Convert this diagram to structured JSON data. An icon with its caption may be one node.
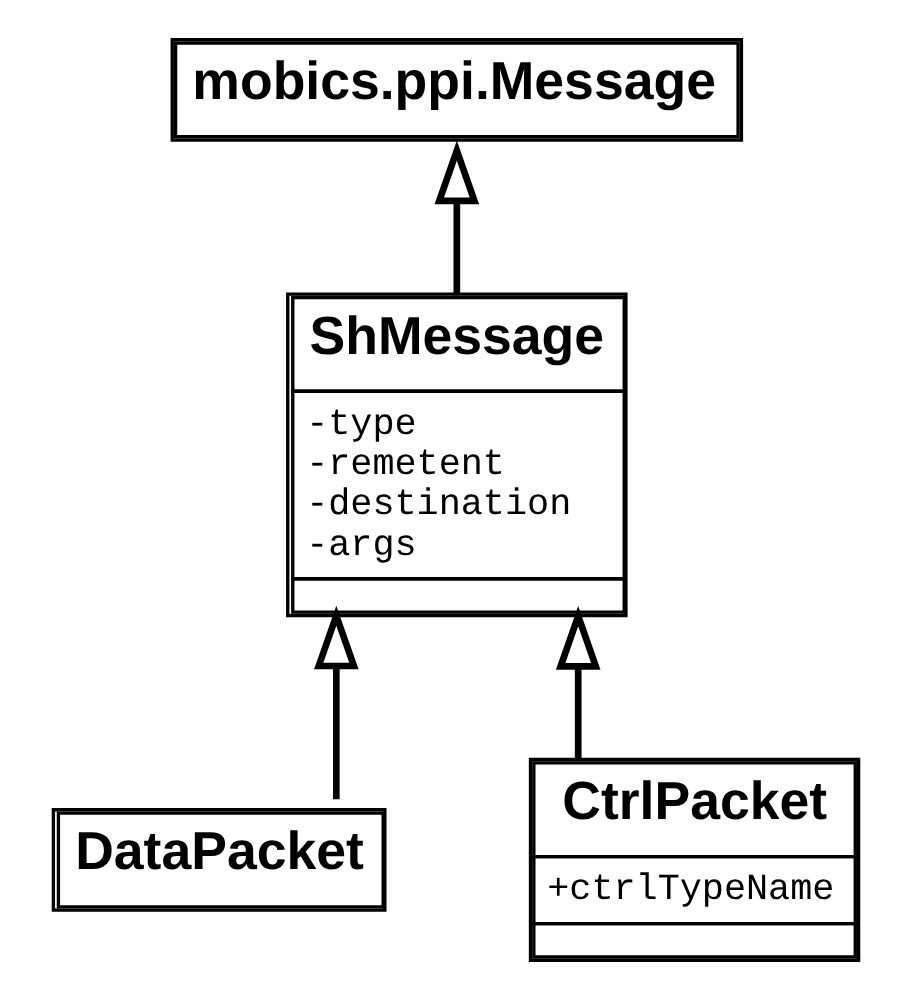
{
  "diagram": {
    "nodes": [
      {
        "text": [
          "mobics.ppi.Message"
        ]
      },
      {
        "text": [
          "ShMessage",
          "-type",
          "-remetent",
          "-destination",
          "-args"
        ]
      },
      {
        "text": [
          "DataPacket"
        ]
      },
      {
        "text": [
          "CtrlPacket",
          "+ctrlTypeName"
        ]
      }
    ],
    "edges": [
      {
        "from": 1,
        "to": 0,
        "arrow": "to"
      },
      {
        "from": 2,
        "to": 1,
        "arrow": "to"
      },
      {
        "from": 3,
        "to": 1,
        "arrow": "to"
      }
    ]
  }
}
